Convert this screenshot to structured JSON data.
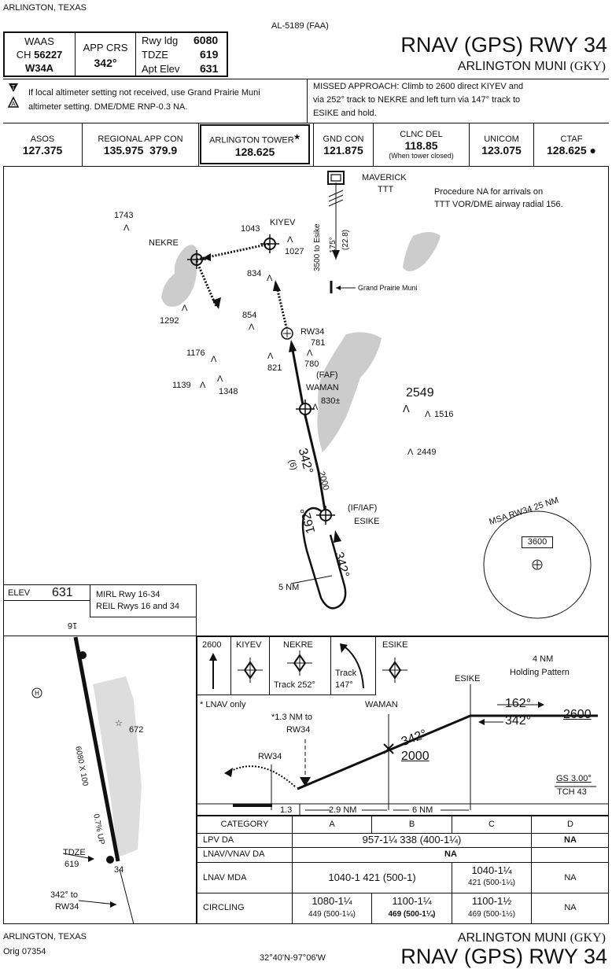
{
  "header": {
    "location": "ARLINGTON, TEXAS",
    "chart_id": "AL-5189 (FAA)",
    "title": "RNAV (GPS) RWY 34",
    "airport": "ARLINGTON MUNI",
    "airport_code": "(GKY)"
  },
  "briefing": {
    "waas_label": "WAAS",
    "ch_label": "CH",
    "ch_value": "56227",
    "waas_id": "W34A",
    "app_crs_label": "APP CRS",
    "app_crs_value": "342°",
    "rwy_ldg_label": "Rwy ldg",
    "rwy_ldg_value": "6080",
    "tdze_label": "TDZE",
    "tdze_value": "619",
    "apt_elev_label": "Apt Elev",
    "apt_elev_value": "631"
  },
  "notes": {
    "note1": "If local altimeter setting not received, use Grand Prairie Muni",
    "note2": "altimeter setting. DME/DME RNP-0.3 NA.",
    "missed1": "MISSED APPROACH: Climb to 2600 direct KIYEV and",
    "missed2": "via 252° track to NEKRE and left turn via 147° track to",
    "missed3": "ESIKE and hold."
  },
  "comms": [
    {
      "label": "ASOS",
      "freq": "127.375",
      "sub": ""
    },
    {
      "label": "REGIONAL APP CON",
      "freq": "135.975  379.9",
      "sub": ""
    },
    {
      "label": "ARLINGTON TOWER",
      "freq": "128.625",
      "sub": ""
    },
    {
      "label": "GND CON",
      "freq": "121.875",
      "sub": ""
    },
    {
      "label": "CLNC DEL",
      "freq": "118.85",
      "sub": "(When tower closed)"
    },
    {
      "label": "UNICOM",
      "freq": "123.075",
      "sub": ""
    },
    {
      "label": "CTAF",
      "freq": "128.625",
      "sub": ""
    }
  ],
  "plan": {
    "maverick": "MAVERICK",
    "ttt": "TTT",
    "procedure_note1": "Procedure NA for arrivals on",
    "procedure_note2": "TTT VOR/DME airway radial 156.",
    "airway_alt": "3500 to Esike",
    "airway_crs": "175°",
    "airway_dist": "(22.8)",
    "grand_prairie": "Grand Prairie Muni",
    "kiyev": "KIYEV",
    "nekre": "NEKRE",
    "rw34": "RW34",
    "faf": "(FAF)",
    "waman": "WAMAN",
    "iaf": "(IF/IAF)",
    "esike": "ESIKE",
    "seg_alt": "2000",
    "seg_crs": "342°",
    "seg_dist": "(6)",
    "hold_in": "342°",
    "hold_out": "162°",
    "hold_len": "5 NM",
    "msa_title": "MSA RW34 25 NM",
    "msa_alt": "3600",
    "obstacles": [
      "1743",
      "1043",
      "1027",
      "834",
      "1292",
      "854",
      "781",
      "780",
      "1176",
      "821",
      "1139",
      "1348",
      "830±",
      "2549",
      "1516",
      "2449"
    ]
  },
  "airport_diagram": {
    "elev_label": "ELEV",
    "elev_value": "631",
    "lights1": "MIRL Rwy 16-34",
    "lights2": "REIL Rwys 16 and 34",
    "rwy_top": "16",
    "rwy_bottom": "34",
    "dims": "6080 X 100",
    "slope": "0.7% UP",
    "tdze_label": "TDZE",
    "tdze_value": "619",
    "obst": "672",
    "crs_to": "342° to",
    "crs_rw": "RW34"
  },
  "missed_icons": {
    "alt": "2600",
    "kiyev": "KIYEV",
    "nekre": "NEKRE",
    "nekre_track": "Track 252°",
    "track_label": "Track",
    "track_val": "147°",
    "esike": "ESIKE",
    "holding_nm": "4 NM",
    "holding_label": "Holding Pattern"
  },
  "profile": {
    "lnav_only": "* LNAV only",
    "to_rw": "*1.3 NM to",
    "to_rw2": "RW34",
    "waman": "WAMAN",
    "esike": "ESIKE",
    "rw34": "RW34",
    "crs_seg": "342°",
    "hold_out": "162°",
    "hold_in": "342°",
    "hold_alt": "2600",
    "fix_alt": "2000",
    "gs": "GS 3.00°",
    "tch": "TCH 43",
    "dist1": "1.3",
    "dist2": "2.9 NM",
    "dist3": "6 NM"
  },
  "minimums": {
    "header": [
      "CATEGORY",
      "A",
      "B",
      "C",
      "D"
    ],
    "lpv_label": "LPV  DA",
    "lpv_value": "957-1¼  338 (400-1¼)",
    "lpv_d": "NA",
    "lnav_vnav_label": "LNAV/VNAV DA",
    "lnav_vnav_value": "NA",
    "lnav_label": "LNAV  MDA",
    "lnav_ab": "1040-1  421 (500-1)",
    "lnav_c1": "1040-1¼",
    "lnav_c2": "421 (500-1¼)",
    "lnav_d": "NA",
    "circ_label": "CIRCLING",
    "circ_a1": "1080-1¼",
    "circ_a2": "449 (500-1¼)",
    "circ_b1": "1100-1¼",
    "circ_b2": "469 (500-1¼)",
    "circ_c1": "1100-1½",
    "circ_c2": "469 (500-1½)",
    "circ_d": "NA"
  },
  "footer": {
    "location": "ARLINGTON, TEXAS",
    "orig": "Orig 07354",
    "coords": "32°40'N-97°06'W",
    "airport": "ARLINGTON MUNI",
    "airport_code": "(GKY)",
    "title": "RNAV (GPS) RWY 34"
  }
}
